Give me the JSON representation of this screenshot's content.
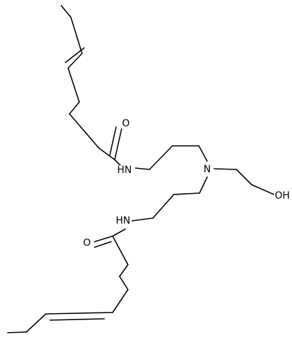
{
  "molecule": {
    "atoms": {
      "O1": "O",
      "N1": "HN",
      "N2": "N",
      "O3": "OH",
      "N3": "HN",
      "O2": "O"
    }
  }
}
